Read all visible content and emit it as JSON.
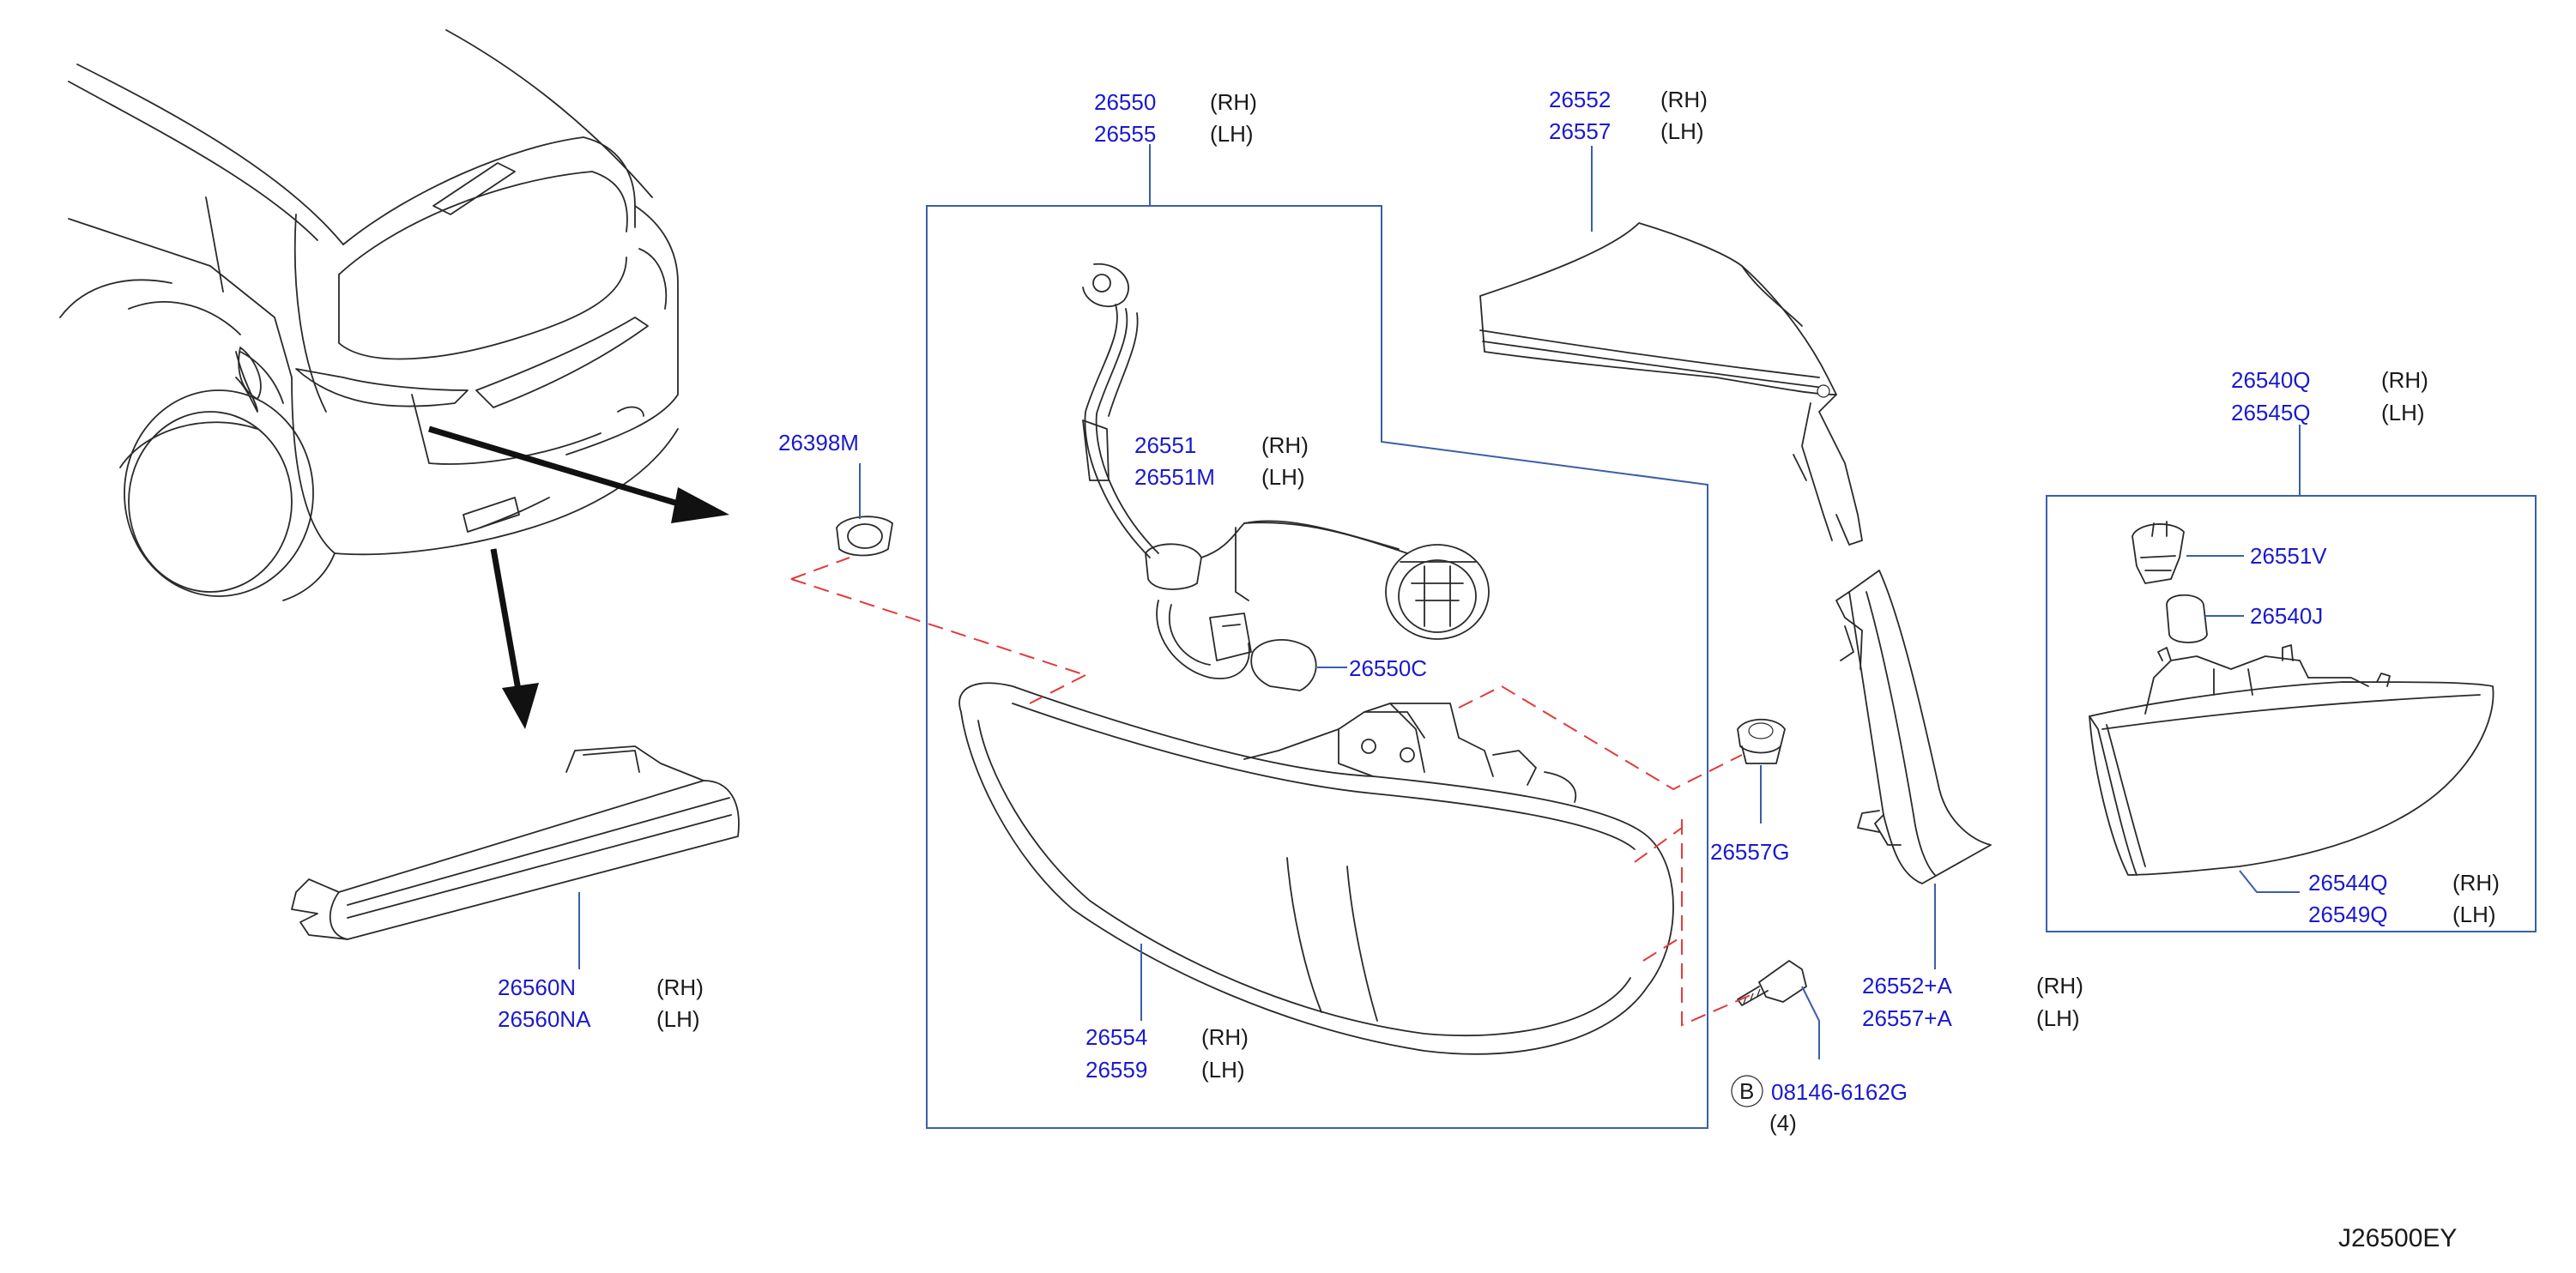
{
  "callouts": {
    "housing_box": {
      "part1": "26550",
      "side1": "(RH)",
      "part2": "26555",
      "side2": "(LH)"
    },
    "lens": {
      "part1": "26552",
      "side1": "(RH)",
      "part2": "26557",
      "side2": "(LH)"
    },
    "grommet": {
      "part1": "26398M"
    },
    "socket": {
      "part1": "26551",
      "side1": "(RH)",
      "part2": "26551M",
      "side2": "(LH)"
    },
    "bulb": {
      "part1": "26550C"
    },
    "clip": {
      "part1": "26557G"
    },
    "screw": {
      "marker": "B",
      "part1": "08146-6162G",
      "qty": "(4)"
    },
    "combo_lamp": {
      "part1": "26554",
      "side1": "(RH)",
      "part2": "26559",
      "side2": "(LH)"
    },
    "side_lamp": {
      "part1": "26552+A",
      "side1": "(RH)",
      "part2": "26557+A",
      "side2": "(LH)"
    },
    "bumper_lamp": {
      "part1": "26560N",
      "side1": "(RH)",
      "part2": "26560NA",
      "side2": "(LH)"
    },
    "inner_box": {
      "part1": "26540Q",
      "side1": "(RH)",
      "part2": "26545Q",
      "side2": "(LH)"
    },
    "inner_socket": {
      "part1": "26551V"
    },
    "inner_bulb": {
      "part1": "26540J"
    },
    "inner_lamp": {
      "part1": "26544Q",
      "side1": "(RH)",
      "part2": "26549Q",
      "side2": "(LH)"
    }
  },
  "diagram_ref": "J26500EY",
  "colors": {
    "part_number": "#1a1acc",
    "leader": "#3a5fa8",
    "hidden_line": "#e23a3a"
  }
}
